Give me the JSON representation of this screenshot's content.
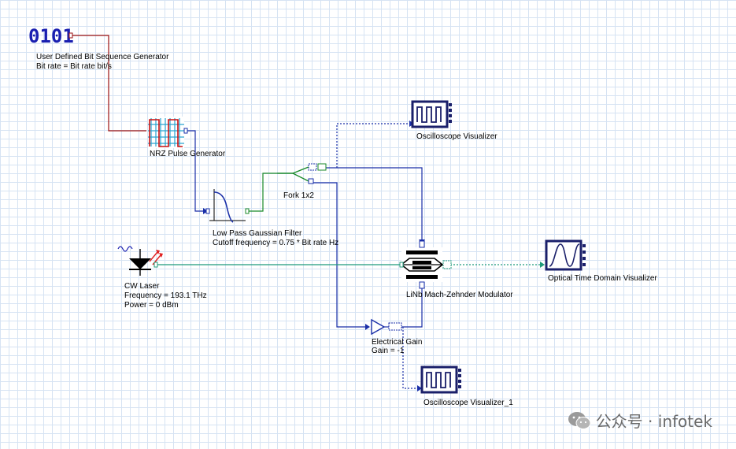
{
  "components": {
    "bit_sequence": {
      "icon_text": "0101",
      "label": "User Defined Bit Sequence Generator",
      "param": "Bit rate = Bit rate  bit/s"
    },
    "nrz": {
      "label": "NRZ Pulse Generator"
    },
    "lpf": {
      "label": "Low Pass Gaussian Filter",
      "param": "Cutoff frequency = 0.75 * Bit rate  Hz"
    },
    "fork": {
      "label": "Fork 1x2"
    },
    "osc1": {
      "label": "Oscilloscope Visualizer"
    },
    "cw_laser": {
      "label": "CW Laser",
      "param1": "Frequency = 193.1  THz",
      "param2": "Power = 0  dBm"
    },
    "mzm": {
      "label": "LiNb Mach-Zehnder Modulator"
    },
    "otd": {
      "label": "Optical Time Domain Visualizer"
    },
    "gain": {
      "label": "Electrical Gain",
      "param": "Gain = -1"
    },
    "osc2": {
      "label": "Oscilloscope Visualizer_1"
    }
  },
  "watermark": {
    "text": "公众号 · infotek"
  },
  "colors": {
    "binary_link": "#9b1111",
    "electrical_link": "#1a2fa8",
    "fork_link": "#1a8a2a",
    "optical_link": "#1f9a7a",
    "icon_dark": "#1a1f6a",
    "laser_arrow": "#e02020"
  }
}
